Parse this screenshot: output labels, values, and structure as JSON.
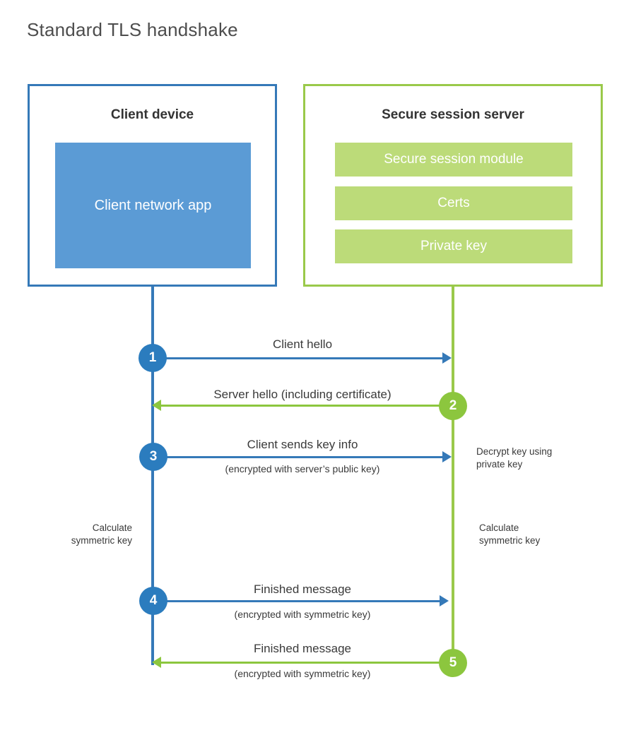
{
  "title": "Standard TLS handshake",
  "colors": {
    "client_stroke": "#3579b8",
    "client_fill": "#5b9bd5",
    "client_circle": "#2b7cbe",
    "server_stroke": "#9ac94a",
    "server_fill": "#bcdb79",
    "server_circle": "#8cc63e",
    "text": "#3a3a3a",
    "title_text": "#4d4d4d",
    "background": "#ffffff"
  },
  "client": {
    "title": "Client device",
    "app_label": "Client network app"
  },
  "server": {
    "title": "Secure session server",
    "blocks": [
      {
        "label": "Secure session module"
      },
      {
        "label": "Certs"
      },
      {
        "label": "Private key"
      }
    ]
  },
  "steps": [
    {
      "number": "1",
      "side": "client",
      "direction": "to-right",
      "label": "Client hello",
      "sublabel": ""
    },
    {
      "number": "2",
      "side": "server",
      "direction": "to-left",
      "label": "Server hello (including certificate)",
      "sublabel": ""
    },
    {
      "number": "3",
      "side": "client",
      "direction": "to-right",
      "label": "Client sends key info",
      "sublabel": "(encrypted with server’s public key)"
    },
    {
      "number": "4",
      "side": "client",
      "direction": "to-right",
      "label": "Finished message",
      "sublabel": "(encrypted with symmetric key)"
    },
    {
      "number": "5",
      "side": "server",
      "direction": "to-left",
      "label": "Finished message",
      "sublabel": "(encrypted with symmetric key)"
    }
  ],
  "annotations": {
    "server_decrypt": "Decrypt key using\nprivate key",
    "client_calculate": "Calculate\nsymmetric key",
    "server_calculate": "Calculate\nsymmetric key"
  }
}
